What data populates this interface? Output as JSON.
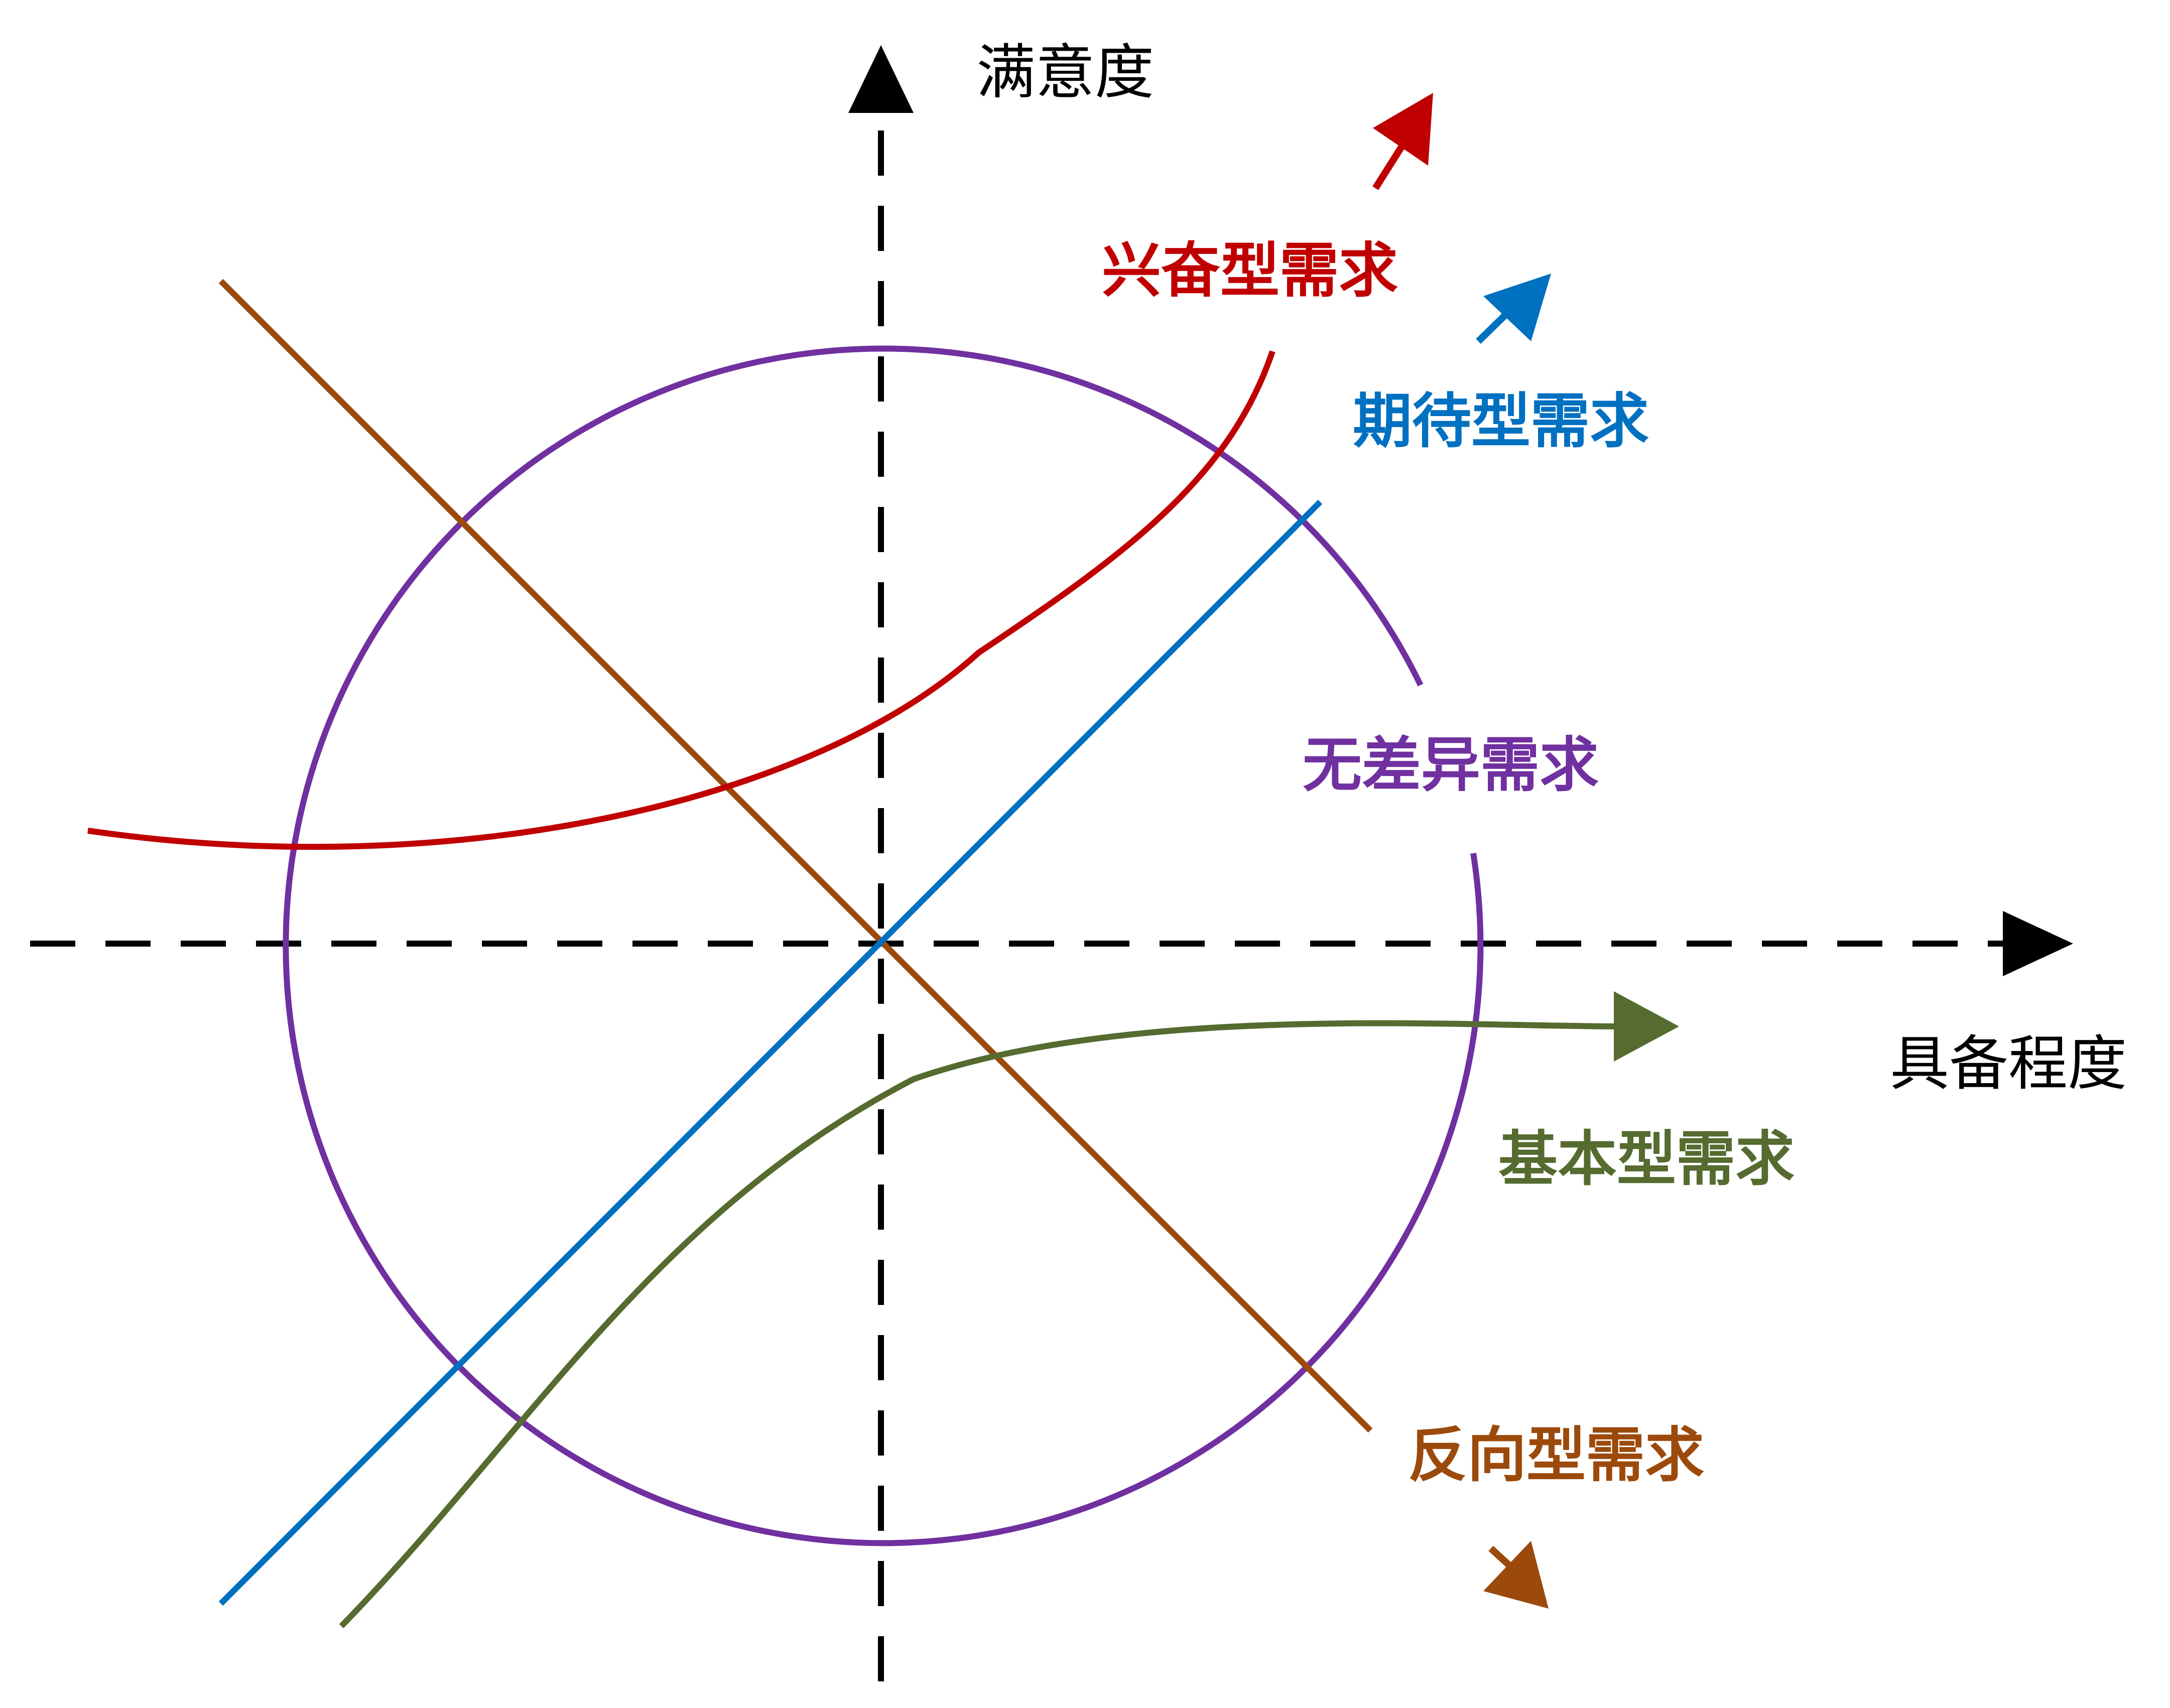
{
  "axes": {
    "y_label": "满意度",
    "x_label": "具备程度"
  },
  "curves": {
    "excitement": {
      "label": "兴奋型需求",
      "color": "#C00000"
    },
    "expected": {
      "label": "期待型需求",
      "color": "#0070C0"
    },
    "indifferent": {
      "label": "无差异需求",
      "color": "#7030A0"
    },
    "basic": {
      "label": "基本型需求",
      "color": "#556B2F"
    },
    "reverse": {
      "label": "反向型需求",
      "color": "#9C4A0C"
    }
  }
}
